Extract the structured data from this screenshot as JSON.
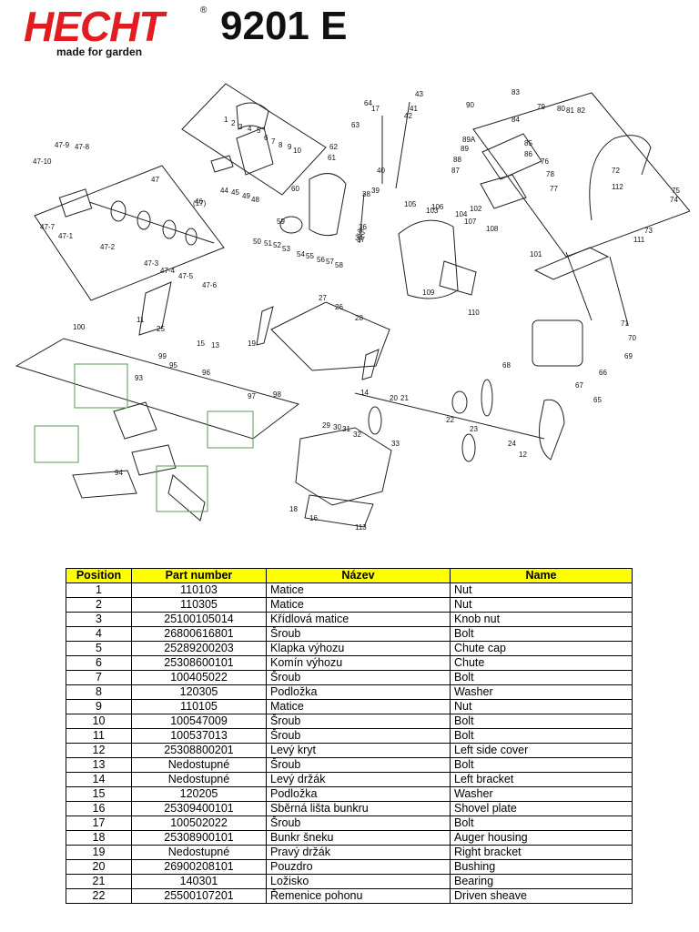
{
  "header": {
    "brand": "HECHT",
    "registered": "®",
    "model": "9201 E",
    "slogan": "made for garden"
  },
  "diagram": {
    "callouts": [
      "1",
      "2",
      "3",
      "4",
      "5",
      "6",
      "7",
      "8",
      "9",
      "10",
      "11",
      "12",
      "13",
      "14",
      "15",
      "16",
      "17",
      "18",
      "19",
      "20",
      "21",
      "22",
      "23",
      "24",
      "25",
      "26",
      "27",
      "28",
      "29",
      "30",
      "31",
      "32",
      "33",
      "34",
      "35",
      "36",
      "37",
      "38",
      "39",
      "40",
      "41",
      "42",
      "43",
      "44",
      "45",
      "46",
      "47",
      "48",
      "49",
      "50",
      "51",
      "52",
      "53",
      "54",
      "55",
      "56",
      "57",
      "58",
      "59",
      "60",
      "61",
      "62",
      "63",
      "64",
      "65",
      "66",
      "67",
      "68",
      "69",
      "70",
      "71",
      "72",
      "73",
      "74",
      "75",
      "76",
      "77",
      "78",
      "79",
      "80",
      "81",
      "82",
      "83",
      "84",
      "85",
      "86",
      "87",
      "88",
      "89",
      "89A",
      "90",
      "93",
      "94",
      "95",
      "96",
      "97",
      "98",
      "99",
      "100",
      "101",
      "102",
      "103",
      "104",
      "105",
      "106",
      "107",
      "108",
      "109",
      "110",
      "111",
      "112",
      "113",
      "47-1",
      "47-2",
      "47-3",
      "47-4",
      "47-5",
      "47-6",
      "47-7",
      "47-8",
      "47-9",
      "47-10",
      "(17)"
    ]
  },
  "table": {
    "headers": [
      "Position",
      "Part number",
      "Název",
      "Name"
    ],
    "rows": [
      [
        "1",
        "110103",
        "Matice",
        "Nut"
      ],
      [
        "2",
        "110305",
        "Matice",
        "Nut"
      ],
      [
        "3",
        "25100105014",
        "Křídlová matice",
        "Knob nut"
      ],
      [
        "4",
        "26800616801",
        "Šroub",
        "Bolt"
      ],
      [
        "5",
        "25289200203",
        "Klapka výhozu",
        "Chute cap"
      ],
      [
        "6",
        "25308600101",
        "Komín výhozu",
        "Chute"
      ],
      [
        "7",
        "100405022",
        "Šroub",
        "Bolt"
      ],
      [
        "8",
        "120305",
        "Podložka",
        "Washer"
      ],
      [
        "9",
        "110105",
        "Matice",
        "Nut"
      ],
      [
        "10",
        "100547009",
        "Šroub",
        "Bolt"
      ],
      [
        "11",
        "100537013",
        "Šroub",
        "Bolt"
      ],
      [
        "12",
        "25308800201",
        "Levý kryt",
        "Left side cover"
      ],
      [
        "13",
        "Nedostupné",
        "Šroub",
        "Bolt"
      ],
      [
        "14",
        "Nedostupné",
        "Levý držák",
        "Left bracket"
      ],
      [
        "15",
        "120205",
        "Podložka",
        "Washer"
      ],
      [
        "16",
        "25309400101",
        "Sběrná lišta bunkru",
        "Shovel plate"
      ],
      [
        "17",
        "100502022",
        "Šroub",
        "Bolt"
      ],
      [
        "18",
        "25308900101",
        "Bunkr šneku",
        "Auger housing"
      ],
      [
        "19",
        "Nedostupné",
        "Pravý držák",
        "Right bracket"
      ],
      [
        "20",
        "26900208101",
        "Pouzdro",
        "Bushing"
      ],
      [
        "21",
        "140301",
        "Ložisko",
        "Bearing"
      ],
      [
        "22",
        "25500107201",
        "Řemenice pohonu",
        "Driven sheave"
      ]
    ]
  }
}
